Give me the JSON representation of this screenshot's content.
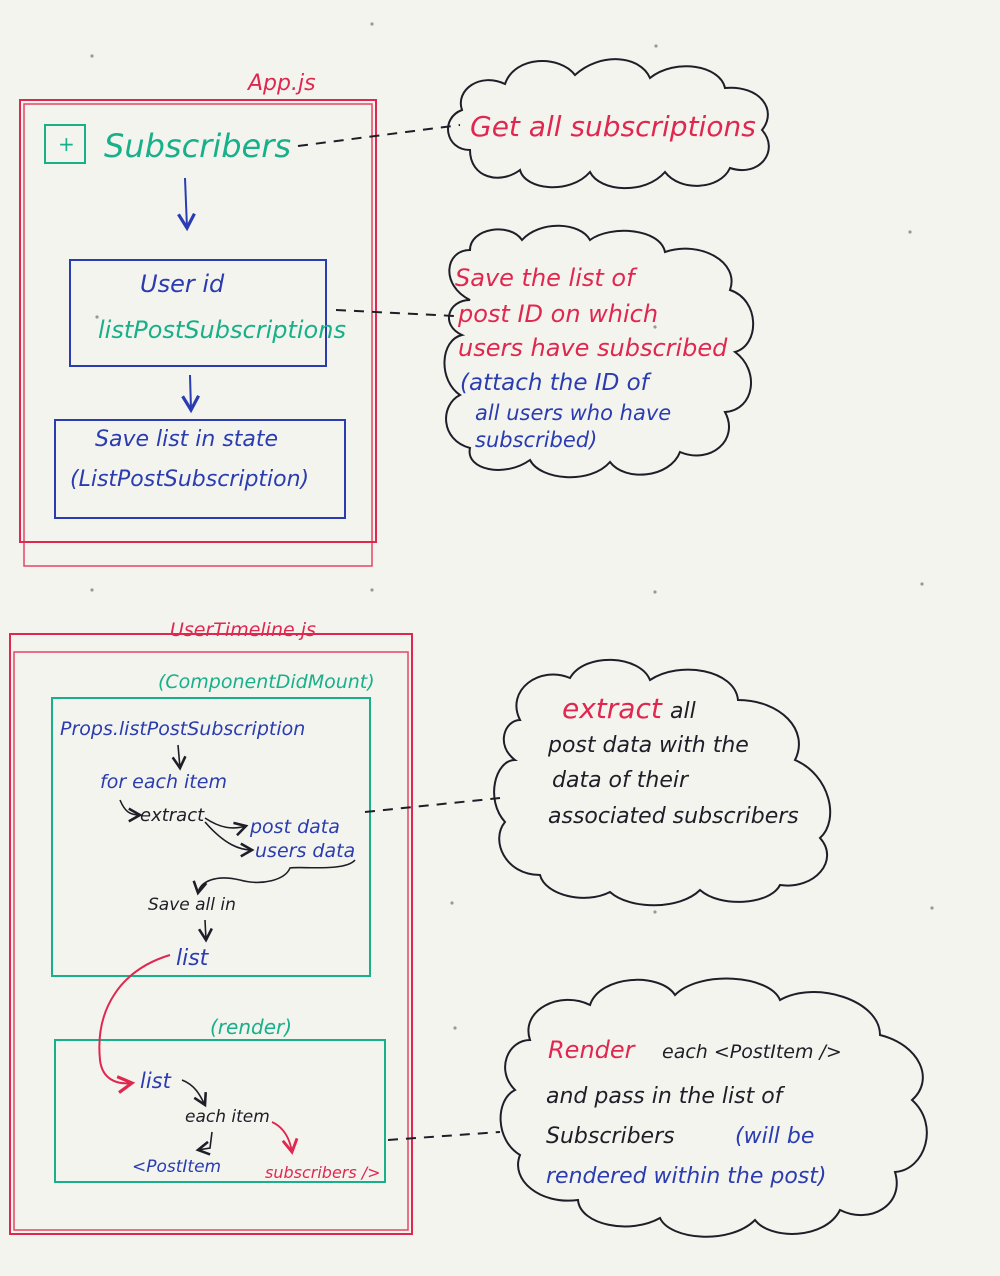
{
  "colors": {
    "red": "#e0274f",
    "green": "#18b08a",
    "blue": "#2a3cb0",
    "dark": "#1e1e28",
    "board": "#f4f4ef"
  },
  "appjs": {
    "title": "App.js",
    "plus_symbol": "+",
    "subscribers": "Subscribers",
    "box1_line1": "User id",
    "box1_line2": "listPostSubscriptions",
    "box2_line1": "Save list in state",
    "box2_line2": "(ListPostSubscription)"
  },
  "clouds": {
    "get_all": "Get all subscriptions",
    "save_line1": "Save the list of",
    "save_line2": "post ID on which",
    "save_line3": "users have subscribed",
    "save_line4": "(attach the ID of",
    "save_line5": "all users who have",
    "save_line6": "subscribed)",
    "extract_word": "extract",
    "extract_all": "all",
    "extract_line2": "post data with the",
    "extract_line3": "data of their",
    "extract_line4": "associated subscribers",
    "render_word": "Render",
    "render_rest": "each <PostItem />",
    "render_line2": "and pass in the list of",
    "render_line3a": "Subscribers",
    "render_line3b": "(will be",
    "render_line4": "rendered within the post)"
  },
  "timeline": {
    "title": "UserTimeline.js",
    "mount_label": "(ComponentDidMount)",
    "props": "Props.listPostSubscription",
    "for_each": "for each item",
    "extract": "extract",
    "post_data": "post data",
    "users_data": "users data",
    "save_all": "Save all in",
    "list": "list",
    "render_label": "(render)",
    "render_list": "list",
    "each_item": "each item",
    "post_item": "<PostItem",
    "subscribers": "subscribers />"
  }
}
